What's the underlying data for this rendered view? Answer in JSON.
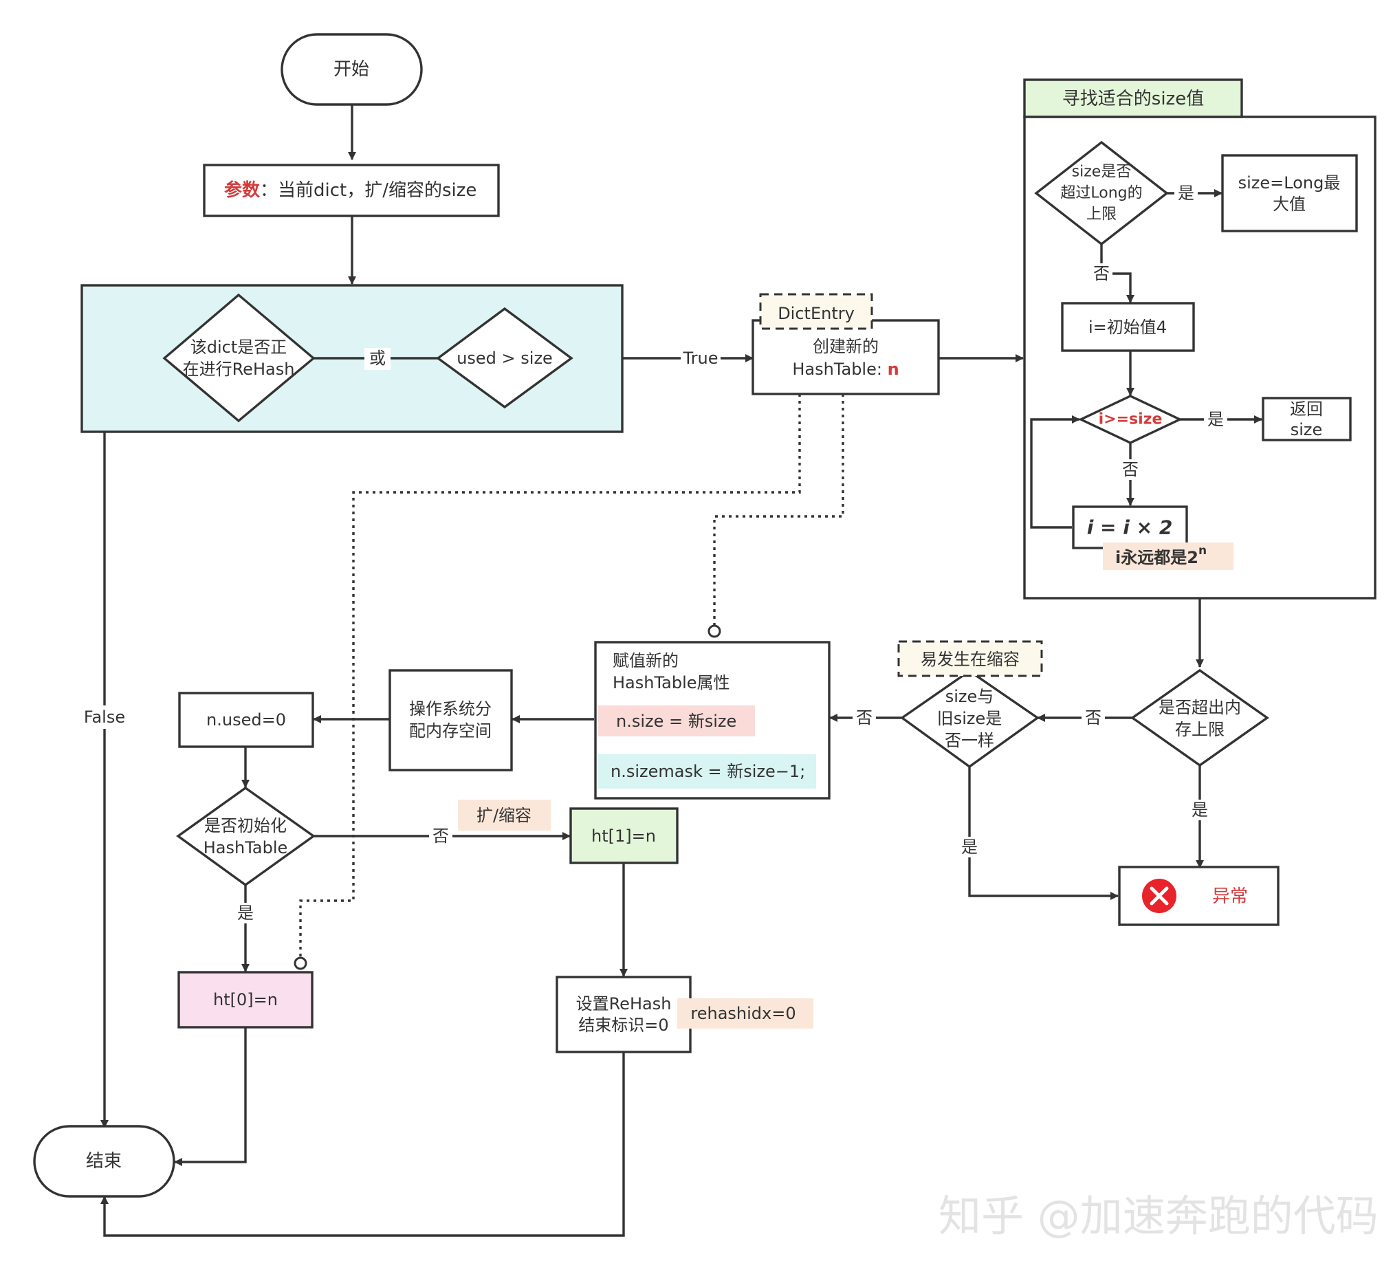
{
  "nodes": {
    "start": "开始",
    "params_prefix": "参数",
    "params_rest": "：当前dict，扩/缩容的size",
    "cond_rehash_l1": "该dict是否正",
    "cond_rehash_l2": "在进行ReHash",
    "cond_or": "或",
    "cond_used": "used > size",
    "dictentry_tag": "DictEntry",
    "create_l1": "创建新的",
    "create_l2_prefix": "HashTable: ",
    "create_l2_var": "n",
    "find_size_title": "寻找适合的size值",
    "size_over_l1": "size是否",
    "size_over_l2": "超过Long的",
    "size_over_l3": "上限",
    "size_long_l1": "size=Long最",
    "size_long_l2": "大值",
    "i_init": "i=初始值4",
    "i_ge_size": "i>=size",
    "return_l1": "返回",
    "return_l2": "size",
    "i_double": "i = i × 2",
    "i_pow_note": "i永远都是2",
    "i_pow_sup": "n",
    "mem_limit_l1": "是否超出内",
    "mem_limit_l2": "存上限",
    "shrink_tag": "易发生在缩容",
    "same_size_l1": "size与",
    "same_size_l2": "旧size是",
    "same_size_l3": "否一样",
    "exception": "异常",
    "assign_l1": "赋值新的",
    "assign_l2": "HashTable属性",
    "assign_size": "n.size = 新size",
    "assign_mask": "n.sizemask = 新size−1;",
    "os_alloc_l1": "操作系统分",
    "os_alloc_l2": "配内存空间",
    "n_used": "n.used=0",
    "is_init_l1": "是否初始化",
    "is_init_l2": "HashTable",
    "ht0": "ht[0]=n",
    "ht1": "ht[1]=n",
    "expand_note": "扩/缩容",
    "set_rehash_l1": "设置ReHash",
    "set_rehash_l2": "结束标识=0",
    "rehashidx_note": "rehashidx=0",
    "end": "结束"
  },
  "edge_labels": {
    "true": "True",
    "false": "False",
    "yes": "是",
    "no": "否"
  },
  "watermark": "知乎 @加速奔跑的代码",
  "colors": {
    "cyan_panel": "#dff5f5",
    "green_title": "#e4f6da",
    "pink_box": "#fae0ef",
    "red_note": "#fadbd8",
    "cyan_note": "#d8f4f3",
    "peach_note": "#fbe7d9",
    "tag_fill": "#fcf8ec",
    "error_red": "#e8232a"
  }
}
